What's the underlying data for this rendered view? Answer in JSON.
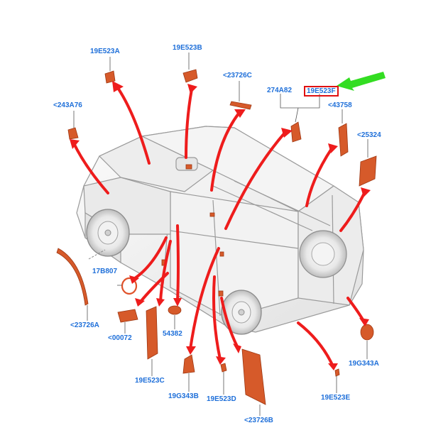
{
  "colors": {
    "callout_text": "#1e6fd9",
    "arrow": "#ee1c1c",
    "part_fill": "#d65a2a",
    "part_edge": "#9e3712",
    "highlight_box": "#e01010",
    "pointer_arrow": "#33dd22",
    "vehicle_line": "#9a9a9a"
  },
  "callouts": {
    "c19E523A": "19E523A",
    "c19E523B": "19E523B",
    "c23726C": "<23726C",
    "c274A82": "274A82",
    "c19E523F": "19E523F",
    "c243A76": "<243A76",
    "c43758": "<43758",
    "c25324": "<25324",
    "c17B807": "17B807",
    "c23726A": "<23726A",
    "c00072": "<00072",
    "c54382": "54382",
    "c19E523C": "19E523C",
    "c19G343B": "19G343B",
    "c19E523D": "19E523D",
    "c23726B": "<23726B",
    "c19E523E": "19E523E",
    "c19G343A": "19G343A"
  }
}
